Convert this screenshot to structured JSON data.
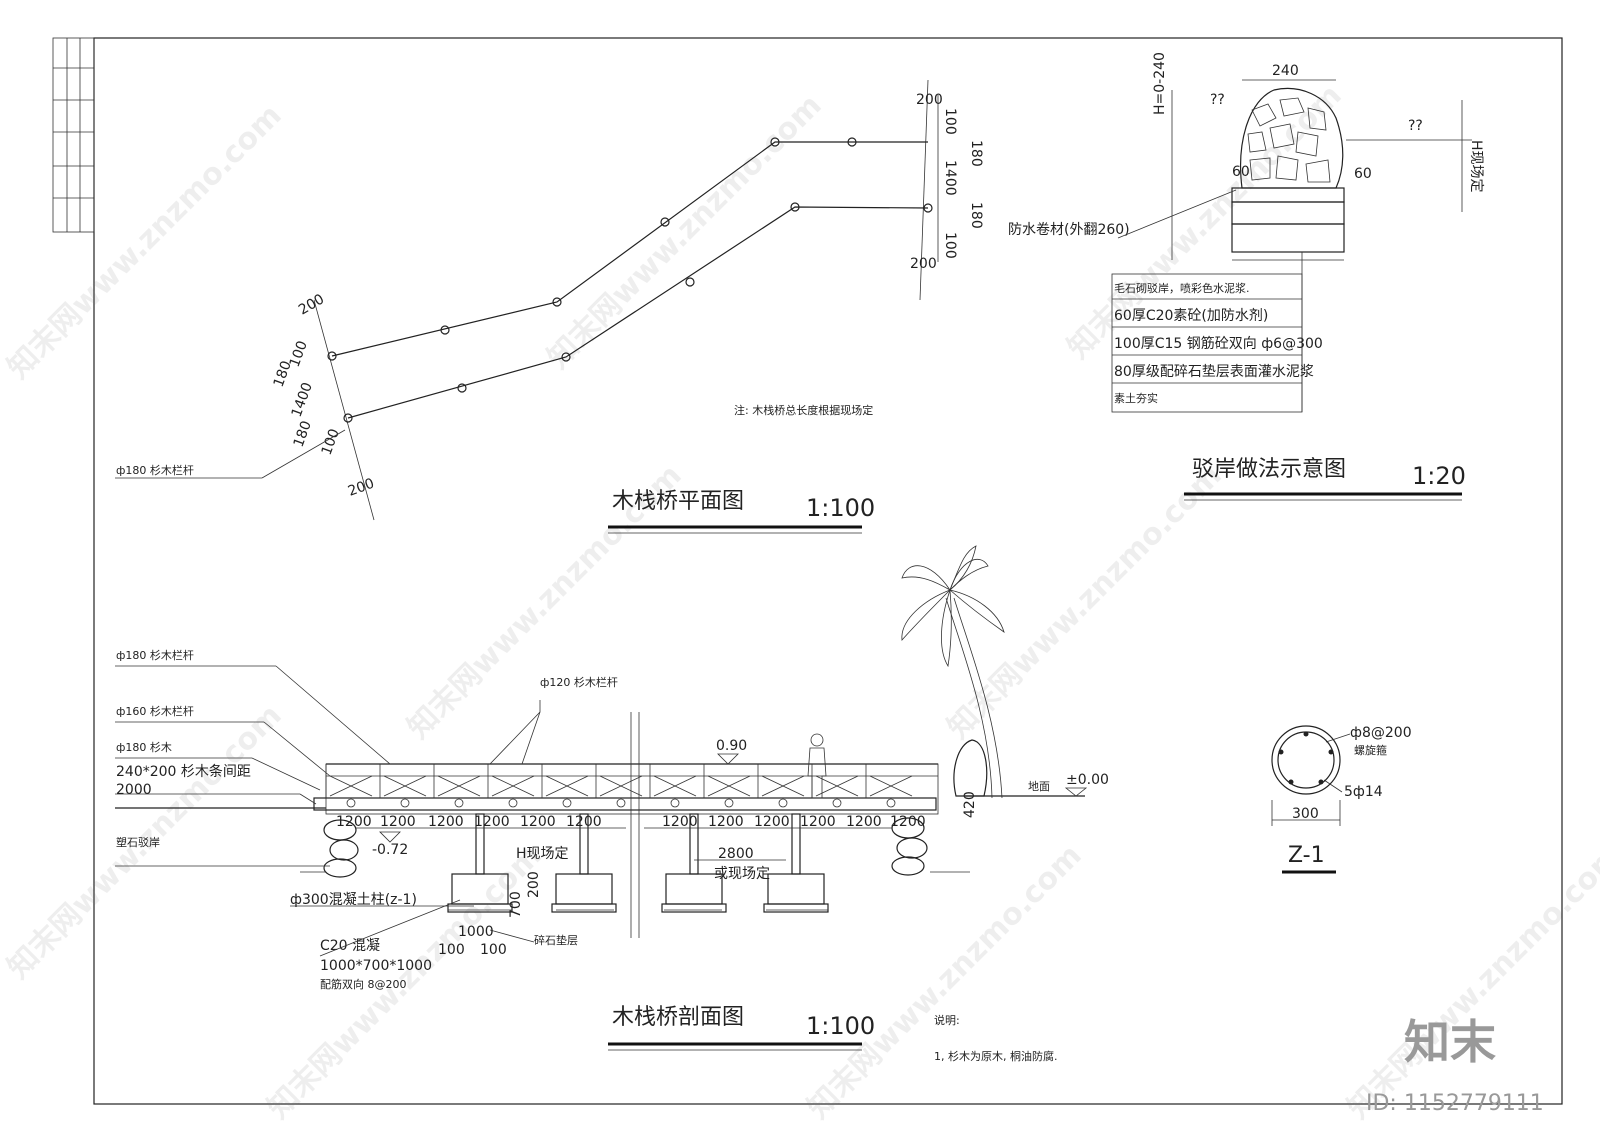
{
  "plan": {
    "title": "木栈桥平面图",
    "scale": "1:100",
    "note": "注: 木栈桥总长度根据现场定",
    "label_rail": "ф180 杉木栏杆",
    "dims_top": [
      "200",
      "100",
      "180",
      "1400",
      "180",
      "100",
      "200"
    ],
    "dims_left": [
      "200",
      "100",
      "180",
      "1400",
      "180",
      "100",
      "200"
    ]
  },
  "revetment": {
    "title": "驳岸做法示意图",
    "scale": "1:20",
    "dim_width": "240",
    "dim_h": "H=0-240",
    "q1": "??",
    "q2": "??",
    "h_site": "H现场定",
    "side1": "60",
    "side2": "60",
    "waterproof": "防水卷材(外翻260)",
    "layers": [
      "毛石砌驳岸，喷彩色水泥浆.",
      "60厚C20素砼(加防水剂)",
      "100厚C15 钢筋砼双向 ф6@300",
      "80厚级配碎石垫层表面灌水泥浆",
      "素土夯实"
    ]
  },
  "section": {
    "title": "木栈桥剖面图",
    "scale": "1:100",
    "label_180a": "ф180 杉木栏杆",
    "label_160": "ф160 杉木栏杆",
    "label_180b": "ф180 杉木",
    "label_beam": "240*200 杉木条间距",
    "label_beam_spacing": "2000",
    "label_120": "ф120 杉木栏杆",
    "label_revet": "塑石驳岸",
    "label_column": "ф300混凝土柱(z-1)",
    "label_c20": "C20 混凝",
    "label_footing": "1000*700*1000",
    "label_rebar": "配筋双向 8@200",
    "label_gravel": "碎石垫层",
    "elev_090": "0.90",
    "elev_m072": "-0.72",
    "elev_000": "±0.00",
    "ground": "地面",
    "h_site": "H现场定",
    "span": "2800",
    "span_note": "或现场定",
    "bay": "1200",
    "dim_700": "700",
    "dim_200": "200",
    "dim_1000": "1000",
    "dim_100a": "100",
    "dim_100b": "100",
    "dim_420": "420"
  },
  "z1": {
    "title": "Z-1",
    "stirrup": "ф8@200",
    "stirrup_note": "螺旋箍",
    "main": "5ф14",
    "dia": "300"
  },
  "notes": {
    "head": "说明:",
    "line1": "1, 杉木为原木, 桐油防腐."
  },
  "watermark": {
    "text": "知末网www.znzmo.com",
    "brand": "知末",
    "id": "ID: 1152779111"
  }
}
